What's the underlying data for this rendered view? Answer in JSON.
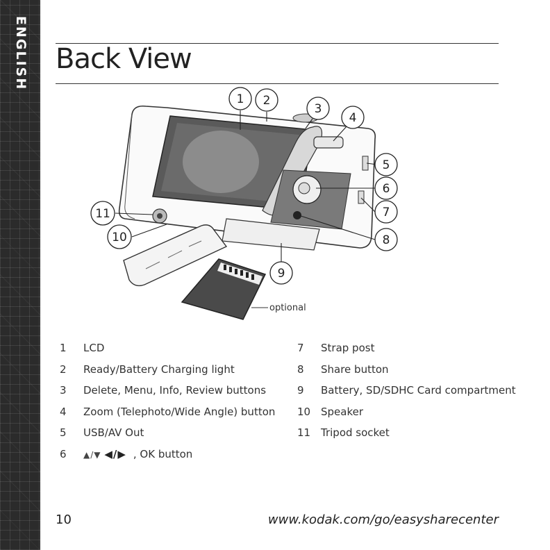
{
  "side_tab": {
    "label": "ENGLISH"
  },
  "title": "Back View",
  "figure": {
    "callouts": [
      "1",
      "2",
      "3",
      "4",
      "5",
      "6",
      "7",
      "8",
      "9",
      "10",
      "11"
    ],
    "optional_label": "optional"
  },
  "legend_left": [
    {
      "num": "1",
      "text": "LCD"
    },
    {
      "num": "2",
      "text": "Ready/Battery Charging light"
    },
    {
      "num": "3",
      "text": "Delete, Menu, Info, Review buttons"
    },
    {
      "num": "4",
      "text": "Zoom (Telephoto/Wide Angle) button"
    },
    {
      "num": "5",
      "text": "USB/AV Out"
    },
    {
      "num": "6",
      "text": ", OK button"
    }
  ],
  "legend_right": [
    {
      "num": "7",
      "text": "Strap post"
    },
    {
      "num": "8",
      "text": "Share button"
    },
    {
      "num": "9",
      "text": "Battery, SD/SDHC Card compartment"
    },
    {
      "num": "10",
      "text": "Speaker"
    },
    {
      "num": "11",
      "text": "Tripod socket"
    }
  ],
  "footer": {
    "page_number": "10",
    "url": "www.kodak.com/go/easysharecenter"
  }
}
